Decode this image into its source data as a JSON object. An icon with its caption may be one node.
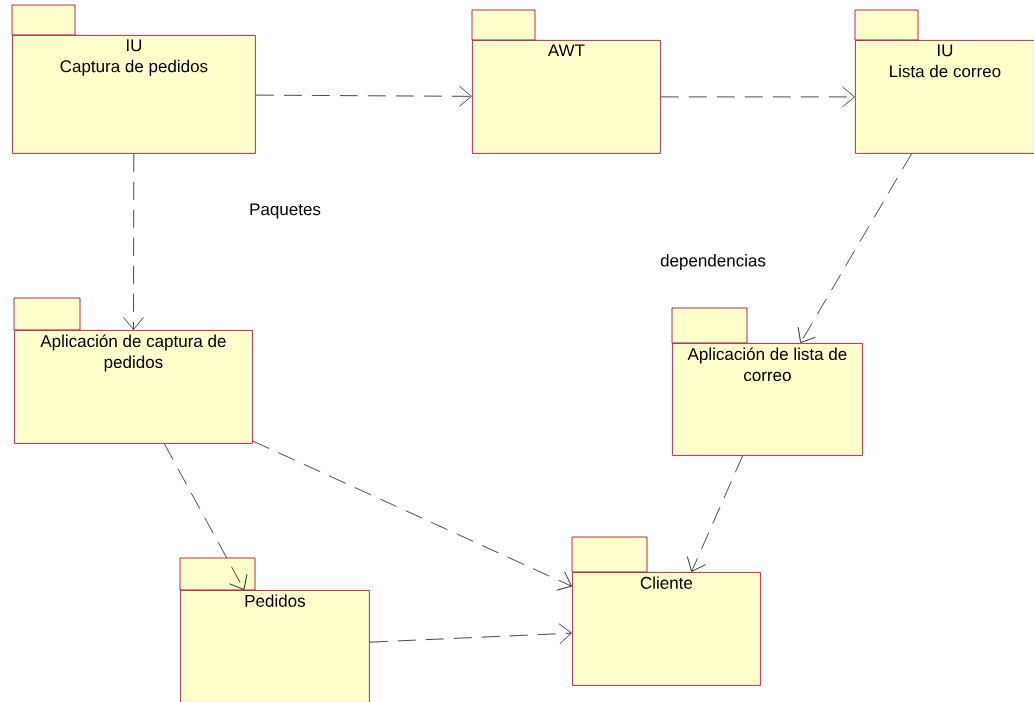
{
  "diagram": {
    "nodes": [
      {
        "text": [
          "IU",
          "Captura de pedidos"
        ]
      },
      {
        "text": [
          "AWT"
        ]
      },
      {
        "text": [
          "IU",
          "Lista de correo"
        ]
      },
      {
        "text": [
          "Aplicación de captura de pedidos"
        ]
      },
      {
        "text": [
          "Aplicación de lista de correo"
        ]
      },
      {
        "text": [
          "Pedidos"
        ]
      },
      {
        "text": [
          "Cliente"
        ]
      }
    ],
    "edges": [
      {
        "from": 0,
        "to": 1,
        "arrow": "to"
      },
      {
        "from": 1,
        "to": 2,
        "arrow": "to"
      },
      {
        "from": 0,
        "to": 3,
        "arrow": "to"
      },
      {
        "from": 2,
        "to": 4,
        "arrow": "to"
      },
      {
        "from": 3,
        "to": 5,
        "arrow": "to"
      },
      {
        "from": 3,
        "to": 6,
        "arrow": "to"
      },
      {
        "from": 5,
        "to": 6,
        "arrow": "to"
      },
      {
        "from": 4,
        "to": 6,
        "arrow": "to"
      }
    ],
    "labels": [
      "Paquetes",
      "dependencias"
    ]
  }
}
